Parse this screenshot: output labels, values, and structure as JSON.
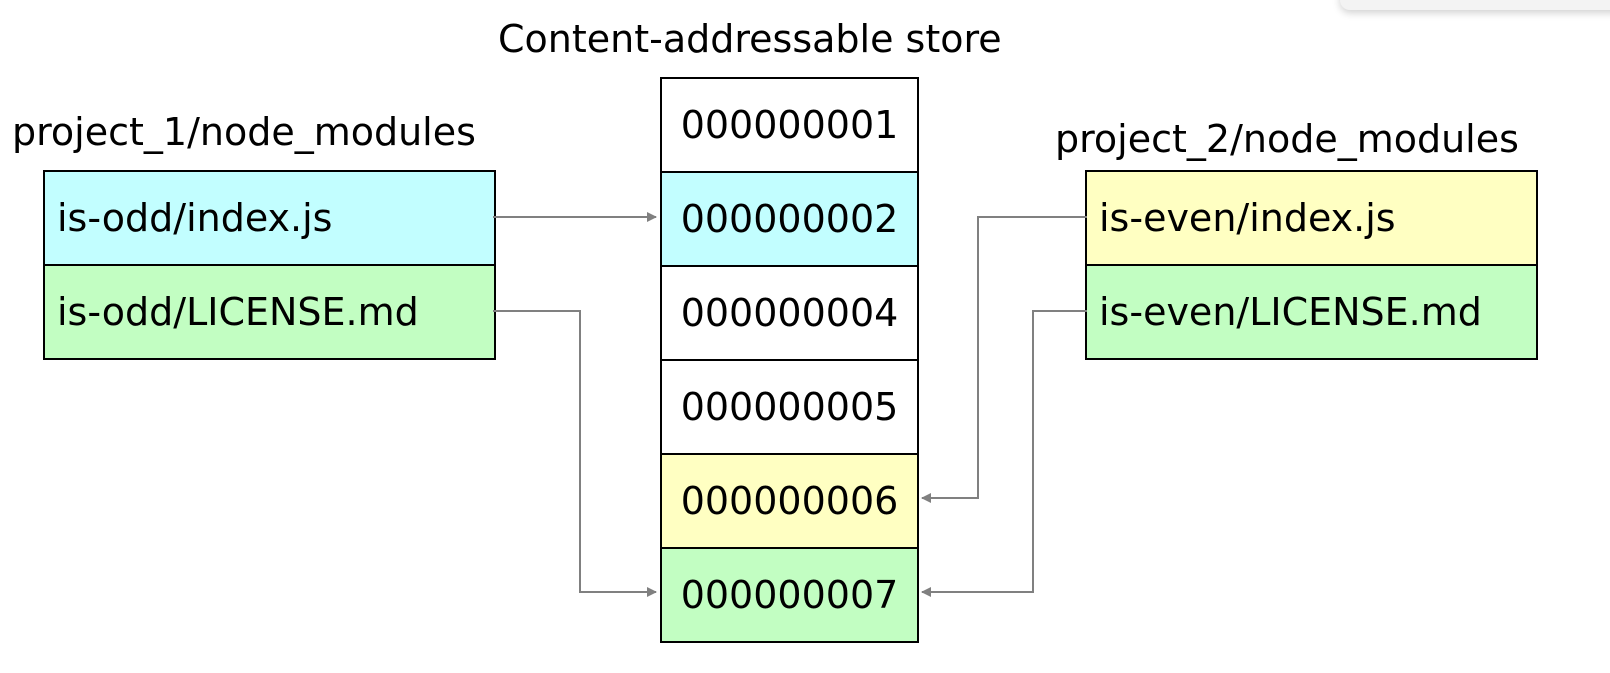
{
  "store": {
    "title": "Content-addressable store",
    "entries": [
      {
        "label": "000000001",
        "color": "#ffffff"
      },
      {
        "label": "000000002",
        "color": "#c2feff"
      },
      {
        "label": "000000004",
        "color": "#ffffff"
      },
      {
        "label": "000000005",
        "color": "#ffffff"
      },
      {
        "label": "000000006",
        "color": "#ffffc2"
      },
      {
        "label": "000000007",
        "color": "#c2fec2"
      }
    ]
  },
  "project_1": {
    "title": "project_1/node_modules",
    "files": [
      {
        "label": "is-odd/index.js",
        "color": "#c2feff"
      },
      {
        "label": "is-odd/LICENSE.md",
        "color": "#c2fec2"
      }
    ]
  },
  "project_2": {
    "title": "project_2/node_modules",
    "files": [
      {
        "label": "is-even/index.js",
        "color": "#ffffc2"
      },
      {
        "label": "is-even/LICENSE.md",
        "color": "#c2fec2"
      }
    ]
  },
  "arrow_color": "#808080"
}
